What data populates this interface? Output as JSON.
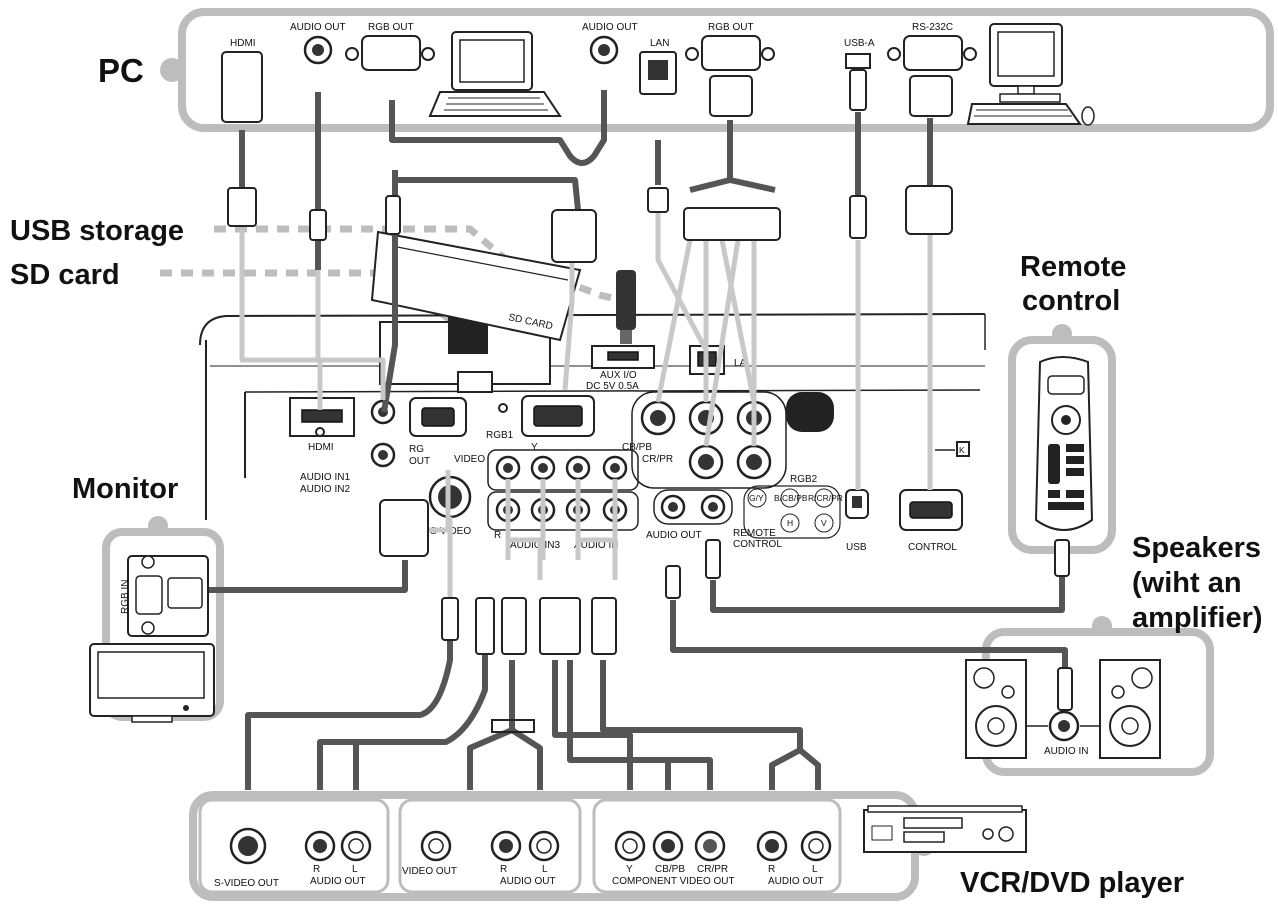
{
  "groups": {
    "pc": "PC",
    "usb_storage": "USB storage",
    "sd_card": "SD card",
    "remote_control_line1": "Remote",
    "remote_control_line2": "control",
    "monitor": "Monitor",
    "speakers_line1": "Speakers",
    "speakers_line2": "(wiht an",
    "speakers_line3": "amplifier)",
    "vcr_dvd": "VCR/DVD player"
  },
  "pc_ports": {
    "hdmi": "HDMI",
    "audio_out_1": "AUDIO OUT",
    "rgb_out_1": "RGB OUT",
    "audio_out_2": "AUDIO OUT",
    "lan": "LAN",
    "rgb_out_2": "RGB OUT",
    "usb_a": "USB-A",
    "rs232c": "RS-232C"
  },
  "projector_labels": {
    "sd_card_slot": "SD CARD",
    "aux_io": "AUX I/O",
    "aux_power": "DC 5V 0.5A",
    "lan": "LA",
    "hdmi": "HDMI",
    "audio_in1": "AUDIO IN1",
    "audio_in2": "AUDIO IN2",
    "rgb_out_a": "RG",
    "rgb_out_b": "OUT",
    "rgb1": "RGB1",
    "y": "Y",
    "cb_pb": "CB/PB",
    "cr_pr": "CR/PR",
    "video": "VIDEO",
    "s_video": "S-VIDEO",
    "r": "R",
    "audio_in3": "AUDIO IN3",
    "audio_in_partial": "AUDIO IN",
    "audio_out": "AUDIO OUT",
    "remote_control_a": "REMOTE",
    "remote_control_b": "CONTROL",
    "rgb2": "RGB2",
    "g_y": "G/Y",
    "b_cb_pb": "B/CB/PB",
    "r_cr_pr": "R/CR/PR",
    "h": "H",
    "v": "V",
    "usb": "USB",
    "control": "CONTROL",
    "kensington": "K"
  },
  "monitor_labels": {
    "rgb_in": "RGB IN"
  },
  "speaker_labels": {
    "audio_in": "AUDIO IN"
  },
  "vcr_labels": {
    "s_video_out": "S-VIDEO OUT",
    "r1": "R",
    "l1": "L",
    "audio_out1": "AUDIO OUT",
    "video_out": "VIDEO OUT",
    "r2": "R",
    "l2": "L",
    "audio_out2": "AUDIO OUT",
    "y": "Y",
    "cb_pb": "CB/PB",
    "cr_pr": "CR/PR",
    "component_video_out": "COMPONENT VIDEO OUT",
    "r3": "R",
    "l3": "L",
    "audio_out3": "AUDIO OUT"
  }
}
